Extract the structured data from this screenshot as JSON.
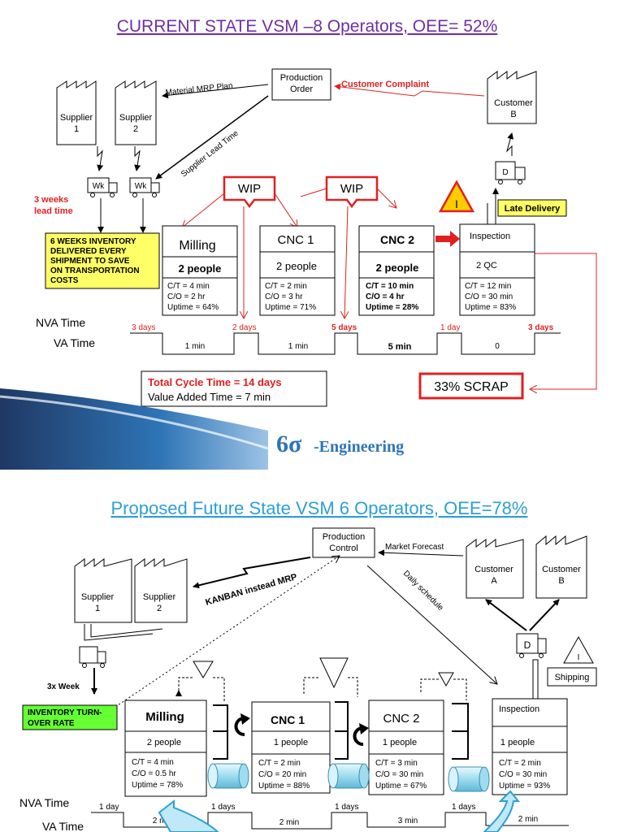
{
  "current": {
    "title": "CURRENT STATE VSM –8 Operators, OEE= 52%",
    "production_order": [
      "Production",
      "Order"
    ],
    "material_mrp": "Material MRP Plan",
    "customer_complaint": "Customer Complaint",
    "supplier_lead_time": "Supplier Lead Time",
    "supplier1": [
      "Supplier",
      "1"
    ],
    "supplier2": [
      "Supplier",
      "2"
    ],
    "customer": [
      "Customer",
      "B"
    ],
    "truck_wk": "Wk",
    "truck_d": "D",
    "wip": "WIP",
    "lead_3weeks": [
      "3 weeks",
      "lead time"
    ],
    "inventory_note": [
      "6 WEEKS INVENTORY",
      "DELIVERED EVERY",
      "SHIPMENT TO SAVE",
      "ON TRANSPORTATION",
      "COSTS"
    ],
    "late_delivery": "Late Delivery",
    "inventory_i": "I",
    "processes": [
      {
        "name": "Milling",
        "people": "2 people",
        "ct": "C/T = 4 min",
        "co": "C/O = 2 hr",
        "up": "Uptime = 64%"
      },
      {
        "name": "CNC 1",
        "people": "2 people",
        "ct": "C/T = 2 min",
        "co": "C/O = 3 hr",
        "up": "Uptime = 71%"
      },
      {
        "name": "CNC 2",
        "people": "2 people",
        "ct": "C/T = 10 min",
        "co": "C/O = 4 hr",
        "up": "Uptime = 28%"
      },
      {
        "name": "Inspection",
        "people": "2 QC",
        "ct": "C/T = 12 min",
        "co": "C/O = 30 min",
        "up": "Uptime = 83%"
      }
    ],
    "nva_label": "NVA Time",
    "va_label": "VA Time",
    "nva_values": [
      "3 days",
      "2 days",
      "5 days",
      "1 day",
      "3 days"
    ],
    "va_values": [
      "1 min",
      "1 min",
      "5 min",
      "0"
    ],
    "total_cycle": "Total Cycle Time = 14 days",
    "value_added": "Value Added Time = 7 min",
    "scrap": "33% SCRAP",
    "logo_main": "6σ",
    "logo_sub": "-Engineering"
  },
  "future": {
    "title": "Proposed Future State VSM 6 Operators, OEE=78%",
    "production_control": [
      "Production",
      "Control"
    ],
    "market_forecast": "Market Forecast",
    "kanban": "KANBAN  instead MRP",
    "daily_schedule": "Daily schedule",
    "supplier1": [
      "Supplier",
      "1"
    ],
    "supplier2": [
      "Supplier",
      "2"
    ],
    "customer_a": [
      "Customer",
      "A"
    ],
    "customer_b": [
      "Customer",
      "B"
    ],
    "truck_d": "D",
    "week3x": "3x Week",
    "inventory_turn": [
      "INVENTORY TURN-",
      "OVER RATE"
    ],
    "shipping": "Shipping",
    "inventory_i": "I",
    "processes": [
      {
        "name": "Milling",
        "people": "2 people",
        "ct": "C/T = 4 min",
        "co": "C/O = 0.5 hr",
        "up": "Uptime = 78%"
      },
      {
        "name": "CNC 1",
        "people": "1 people",
        "ct": "C/T = 2 min",
        "co": "C/O = 20 min",
        "up": "Uptime = 88%"
      },
      {
        "name": "CNC 2",
        "people": "1 people",
        "ct": "C/T = 3 min",
        "co": "C/O = 30 min",
        "up": "Uptime = 67%"
      },
      {
        "name": "Inspection",
        "people": "1 people",
        "ct": "C/T = 2 min",
        "co": "C/O = 30 min",
        "up": "Uptime = 93%"
      }
    ],
    "nva_label": "NVA Time",
    "va_label": "VA Time",
    "nva_values": [
      "1 day",
      "1 days",
      "1 days",
      "1 days"
    ],
    "va_values": [
      "2 min",
      "2 min",
      "3 min",
      "2 min"
    ]
  },
  "colors": {
    "title_purple": "#7030a0",
    "title_blue": "#2e9fd6",
    "red": "#e02020",
    "yellow_note": "#ffff66",
    "green_note": "#66ff33",
    "cyan_fill": "#bfe9f7",
    "navy": "#1f3864"
  }
}
